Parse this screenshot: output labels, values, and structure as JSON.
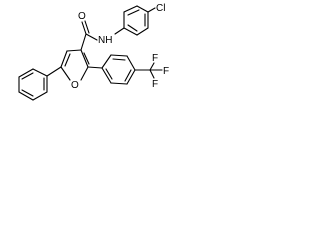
{
  "molecule": {
    "atoms": {
      "carbonyl_oxygen": "O",
      "amide_nitrogen": "NH",
      "chlorine": "Cl",
      "furan_oxygen": "O",
      "fluorine_top": "F",
      "fluorine_right": "F",
      "fluorine_bottom": "F"
    },
    "colors": {
      "ink": "#000000",
      "background": "#ffffff"
    }
  }
}
